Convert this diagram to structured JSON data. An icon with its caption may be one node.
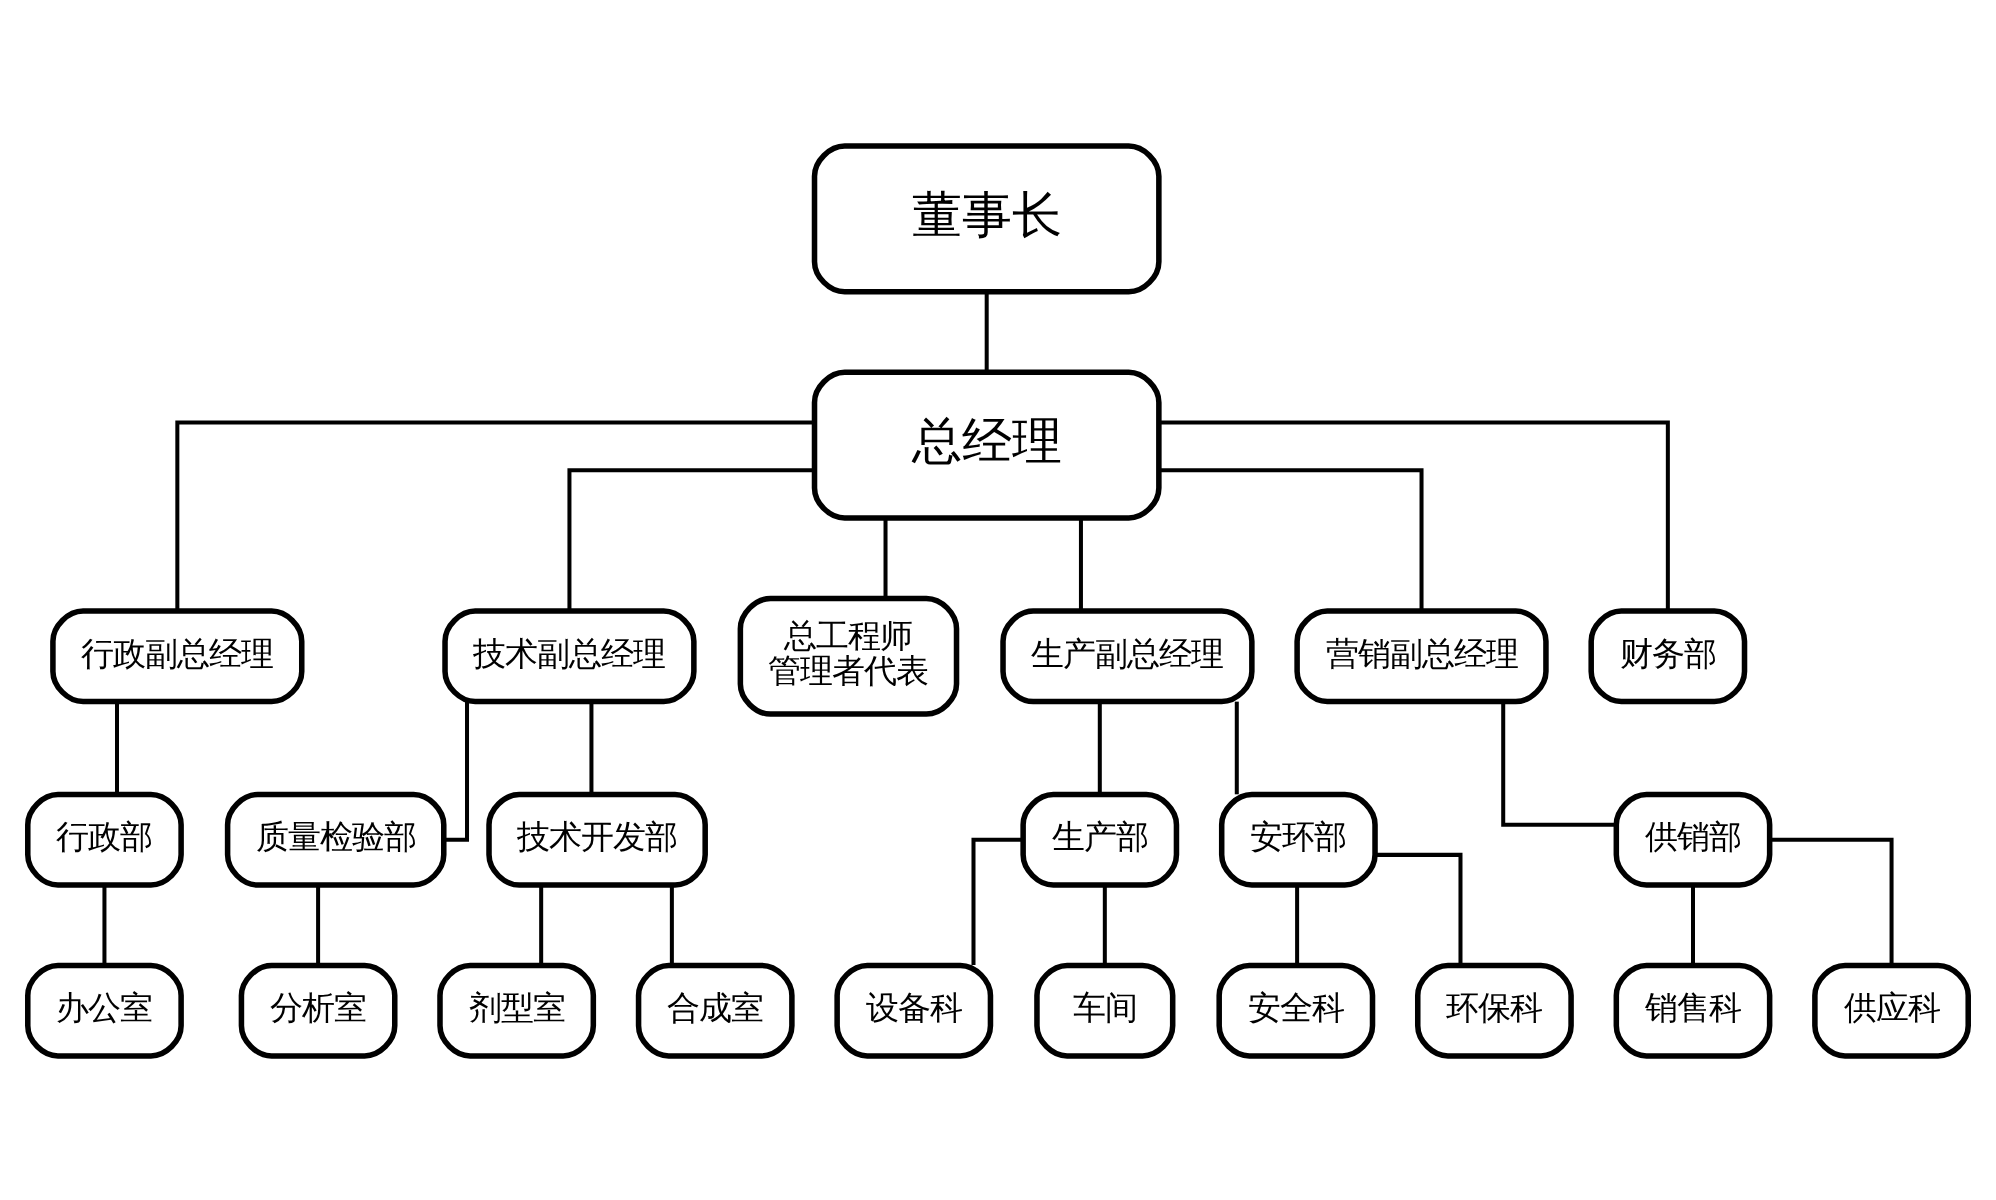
{
  "diagram": {
    "nodes": [
      {
        "text": [
          "董事长"
        ]
      },
      {
        "text": [
          "总经理"
        ]
      },
      {
        "text": [
          "行政副总经理"
        ]
      },
      {
        "text": [
          "技术副总经理"
        ]
      },
      {
        "text": [
          "总工程师",
          "管理者代表"
        ]
      },
      {
        "text": [
          "生产副总经理"
        ]
      },
      {
        "text": [
          "营销副总经理"
        ]
      },
      {
        "text": [
          "财务部"
        ]
      },
      {
        "text": [
          "行政部"
        ]
      },
      {
        "text": [
          "质量检验部"
        ]
      },
      {
        "text": [
          "技术开发部"
        ]
      },
      {
        "text": [
          "生产部"
        ]
      },
      {
        "text": [
          "安环部"
        ]
      },
      {
        "text": [
          "供销部"
        ]
      },
      {
        "text": [
          "办公室"
        ]
      },
      {
        "text": [
          "分析室"
        ]
      },
      {
        "text": [
          "剂型室"
        ]
      },
      {
        "text": [
          "合成室"
        ]
      },
      {
        "text": [
          "设备科"
        ]
      },
      {
        "text": [
          "车间"
        ]
      },
      {
        "text": [
          "安全科"
        ]
      },
      {
        "text": [
          "环保科"
        ]
      },
      {
        "text": [
          "销售科"
        ]
      },
      {
        "text": [
          "供应科"
        ]
      }
    ],
    "edges": [
      {
        "from": 0,
        "to": 1,
        "arrow": "none"
      },
      {
        "from": 1,
        "to": 2,
        "arrow": "none"
      },
      {
        "from": 1,
        "to": 3,
        "arrow": "none"
      },
      {
        "from": 1,
        "to": 4,
        "arrow": "none"
      },
      {
        "from": 1,
        "to": 5,
        "arrow": "none"
      },
      {
        "from": 1,
        "to": 6,
        "arrow": "none"
      },
      {
        "from": 1,
        "to": 7,
        "arrow": "none"
      },
      {
        "from": 2,
        "to": 8,
        "arrow": "none"
      },
      {
        "from": 3,
        "to": 9,
        "arrow": "none"
      },
      {
        "from": 3,
        "to": 10,
        "arrow": "none"
      },
      {
        "from": 5,
        "to": 11,
        "arrow": "none"
      },
      {
        "from": 5,
        "to": 12,
        "arrow": "none"
      },
      {
        "from": 6,
        "to": 13,
        "arrow": "none"
      },
      {
        "from": 8,
        "to": 14,
        "arrow": "none"
      },
      {
        "from": 9,
        "to": 15,
        "arrow": "none"
      },
      {
        "from": 10,
        "to": 16,
        "arrow": "none"
      },
      {
        "from": 10,
        "to": 17,
        "arrow": "none"
      },
      {
        "from": 11,
        "to": 18,
        "arrow": "none"
      },
      {
        "from": 11,
        "to": 19,
        "arrow": "none"
      },
      {
        "from": 12,
        "to": 20,
        "arrow": "none"
      },
      {
        "from": 12,
        "to": 21,
        "arrow": "none"
      },
      {
        "from": 13,
        "to": 22,
        "arrow": "none"
      },
      {
        "from": 13,
        "to": 23,
        "arrow": "none"
      }
    ]
  }
}
